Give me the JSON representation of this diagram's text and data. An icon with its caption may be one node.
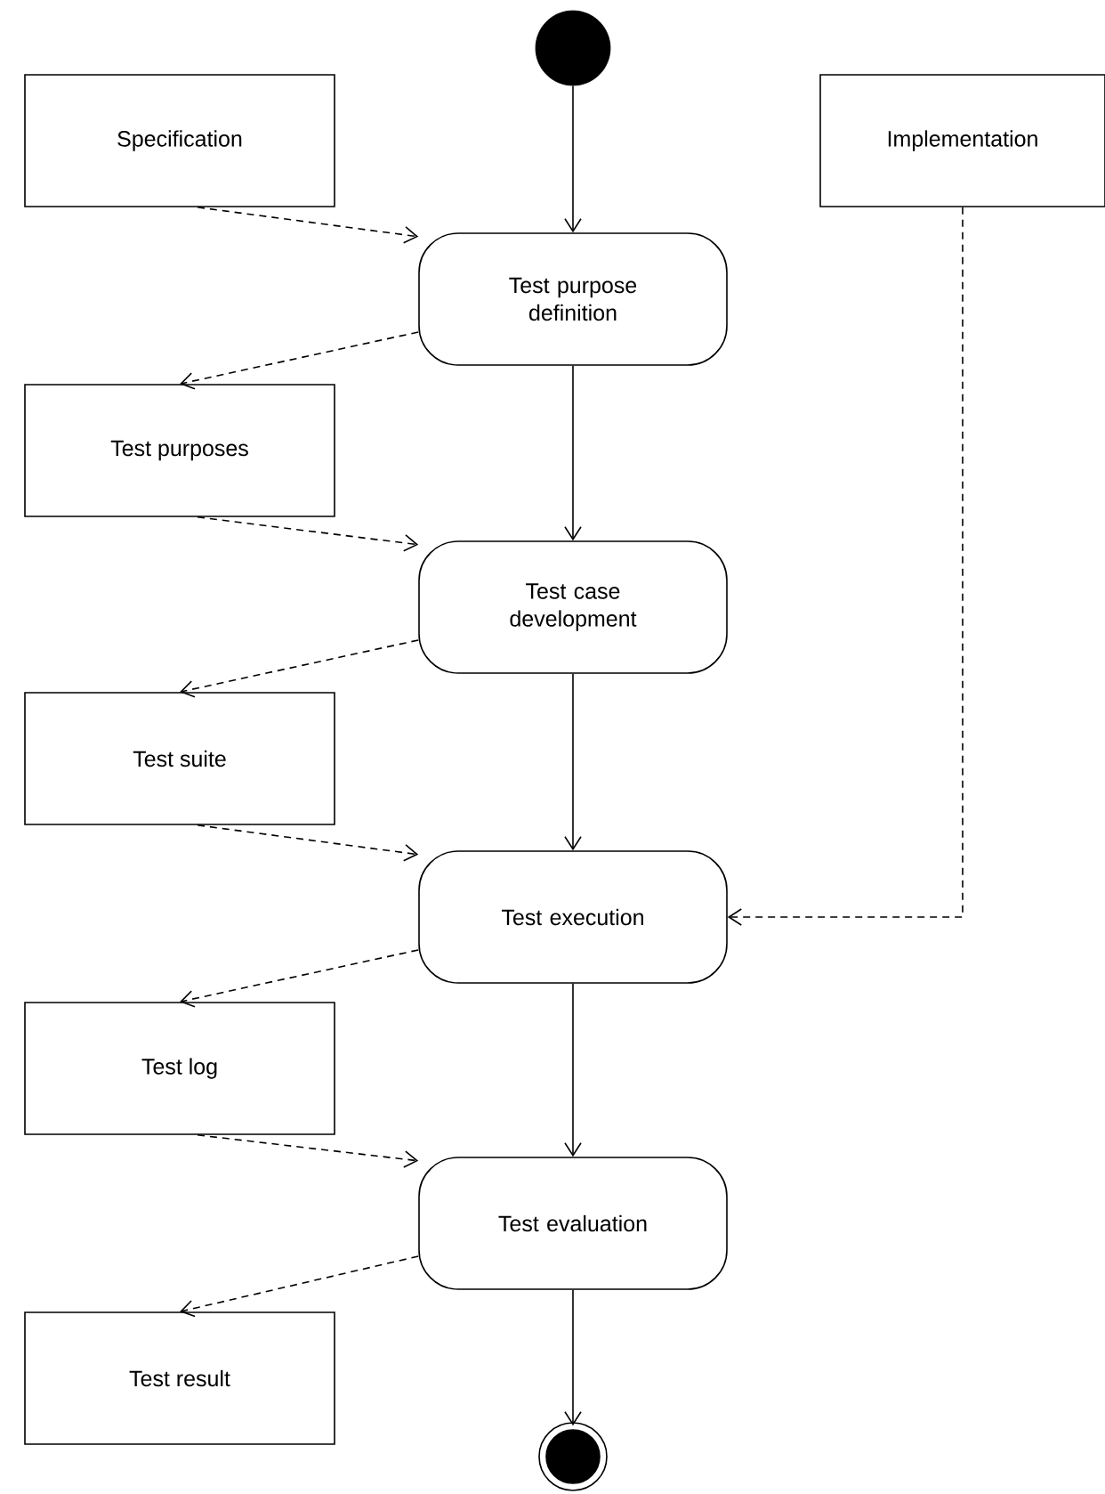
{
  "diagram": {
    "nodes": [
      {
        "text": [],
        "shape": "circle"
      },
      {
        "text": [
          "Specification"
        ]
      },
      {
        "text": [
          "Implementation"
        ]
      },
      {
        "text": [
          "Test purpose definition"
        ]
      },
      {
        "text": [
          "Test purposes"
        ]
      },
      {
        "text": [
          "Test case development"
        ]
      },
      {
        "text": [
          "Test suite"
        ]
      },
      {
        "text": [
          "Test execution"
        ]
      },
      {
        "text": [
          "Test log"
        ]
      },
      {
        "text": [
          "Test evaluation"
        ]
      },
      {
        "text": [
          "Test result"
        ]
      },
      {
        "text": [],
        "shape": "circle"
      }
    ],
    "edges": [
      {
        "from": 0,
        "to": 3,
        "arrow": "to"
      },
      {
        "from": 1,
        "to": 3,
        "arrow": "to",
        "style": "dashed"
      },
      {
        "from": 3,
        "to": 4,
        "arrow": "to",
        "style": "dashed"
      },
      {
        "from": 3,
        "to": 5,
        "arrow": "to"
      },
      {
        "from": 4,
        "to": 5,
        "arrow": "to",
        "style": "dashed"
      },
      {
        "from": 5,
        "to": 6,
        "arrow": "to",
        "style": "dashed"
      },
      {
        "from": 5,
        "to": 7,
        "arrow": "to"
      },
      {
        "from": 6,
        "to": 7,
        "arrow": "to",
        "style": "dashed"
      },
      {
        "from": 2,
        "to": 7,
        "arrow": "to",
        "style": "dashed"
      },
      {
        "from": 7,
        "to": 8,
        "arrow": "to",
        "style": "dashed"
      },
      {
        "from": 7,
        "to": 9,
        "arrow": "to"
      },
      {
        "from": 8,
        "to": 9,
        "arrow": "to",
        "style": "dashed"
      },
      {
        "from": 9,
        "to": 10,
        "arrow": "to",
        "style": "dashed"
      },
      {
        "from": 9,
        "to": 11,
        "arrow": "to"
      }
    ]
  }
}
